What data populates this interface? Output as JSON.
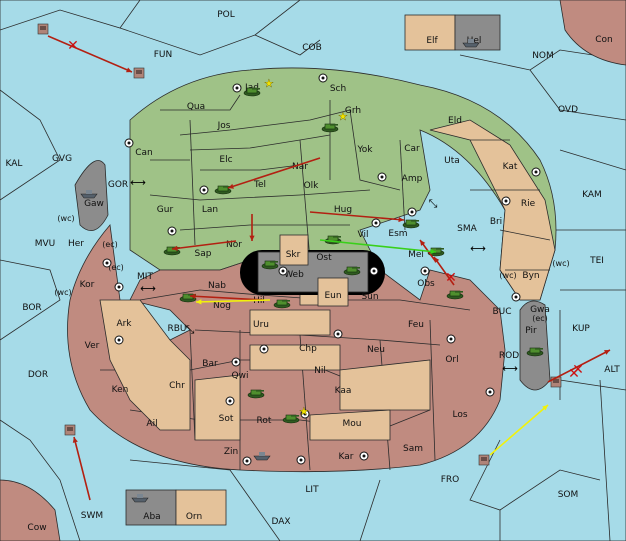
{
  "map": {
    "sea_regions": [
      "POL",
      "FUN",
      "COB",
      "NOM",
      "OVD",
      "KAL",
      "GVG",
      "GOR",
      "KAM",
      "MVU",
      "SMA",
      "TEI",
      "MIT",
      "BOR",
      "RBU",
      "BUC",
      "KUP",
      "DOR",
      "ROD",
      "ALT",
      "FRO",
      "SOM",
      "LIT",
      "SWM",
      "DAX"
    ],
    "green_regions": [
      "Jad",
      "Sch",
      "Qua",
      "Grh",
      "Jos",
      "Eld",
      "Can",
      "Yok",
      "Car",
      "Elc",
      "Nar",
      "Tel",
      "Olk",
      "Amp",
      "Gur",
      "Lan",
      "Hug",
      "Esm",
      "Nor",
      "Vil",
      "Sap",
      "Mel"
    ],
    "red_regions": [
      "Nab",
      "Nog",
      "Hil",
      "Sun",
      "Obs",
      "Kor",
      "Her",
      "Uru",
      "Feu",
      "Chp",
      "Neu",
      "Bar",
      "Qwi",
      "Nil",
      "Orl",
      "Ken",
      "Chr",
      "Kaa",
      "Ail",
      "Sot",
      "Rot",
      "Mou",
      "Los",
      "Zin",
      "Kar",
      "Sam",
      "Ver",
      "Ark"
    ],
    "tan_regions": [
      "Uta",
      "Kat",
      "Bri",
      "Rie",
      "Byn",
      "Gwa",
      "Elf",
      "Orn",
      "Skr",
      "Eun"
    ],
    "gray_regions": [
      "Gaw",
      "Pir",
      "Web",
      "Ost",
      "Hel",
      "Aba",
      "Con",
      "Cow"
    ],
    "coast_notes": [
      "(wc)",
      "(ec)",
      "(wc)",
      "(ec)",
      "(wc)",
      "(wc)",
      "(ec)"
    ]
  },
  "colors": {
    "sea": "#a6dbe8",
    "green": "#9fc287",
    "red": "#c08b80",
    "tan": "#e4c29a",
    "gray": "#8c8c8c",
    "move_red": "#b32012",
    "move_yellow": "#f2f20a",
    "move_green": "#39d01a"
  },
  "icons": [
    "tank-icon",
    "ship-icon",
    "army-icon",
    "supply-center-icon",
    "star-icon",
    "cross-icon"
  ]
}
